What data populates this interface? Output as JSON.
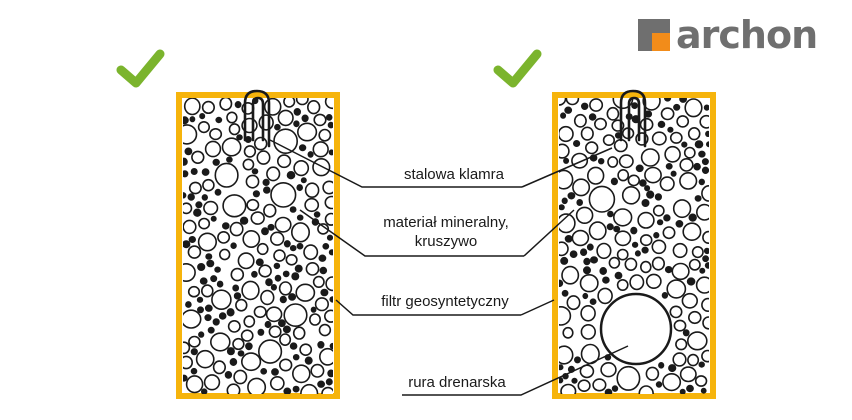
{
  "brand": {
    "name": "archon",
    "colors": {
      "grey": "#6f6f6f",
      "orange": "#f28c1a"
    }
  },
  "colors": {
    "frame": "#f6b40c",
    "check": "#7bb42d",
    "line": "#1a1a1a"
  },
  "panels": [
    {
      "id": "left",
      "status_icon": "checkmark-icon",
      "has_pipe": false
    },
    {
      "id": "right",
      "status_icon": "checkmark-icon",
      "has_pipe": true
    }
  ],
  "labels": {
    "clamp": "stalowa klamra",
    "mineral_line1": "materiał mineralny,",
    "mineral_line2": "kruszywo",
    "filter": "filtr geosyntetyczny",
    "pipe": "rura drenarska"
  }
}
